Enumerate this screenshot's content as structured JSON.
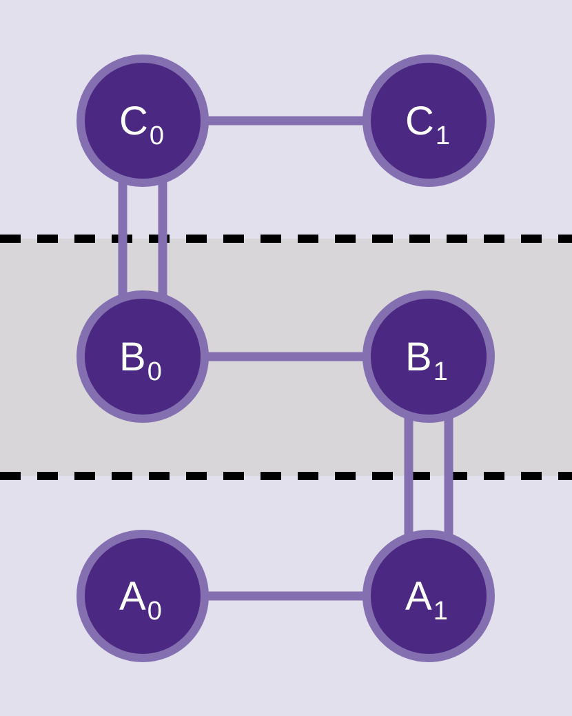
{
  "colors": {
    "background": "#e3e0ee",
    "band": "#d8d6d9",
    "dashes": "#000000",
    "node_fill": "#4b2882",
    "node_stroke": "#8470b0",
    "edge": "#8470b0"
  },
  "nodes": [
    {
      "id": "C0",
      "letter": "C",
      "sub": "0"
    },
    {
      "id": "C1",
      "letter": "C",
      "sub": "1"
    },
    {
      "id": "B0",
      "letter": "B",
      "sub": "0"
    },
    {
      "id": "B1",
      "letter": "B",
      "sub": "1"
    },
    {
      "id": "A0",
      "letter": "A",
      "sub": "0"
    },
    {
      "id": "A1",
      "letter": "A",
      "sub": "1"
    }
  ],
  "edges": [
    {
      "from": "C0",
      "to": "C1",
      "kind": "single"
    },
    {
      "from": "C0",
      "to": "B0",
      "kind": "double"
    },
    {
      "from": "B0",
      "to": "B1",
      "kind": "single"
    },
    {
      "from": "B1",
      "to": "A1",
      "kind": "double"
    },
    {
      "from": "A0",
      "to": "A1",
      "kind": "single"
    }
  ]
}
